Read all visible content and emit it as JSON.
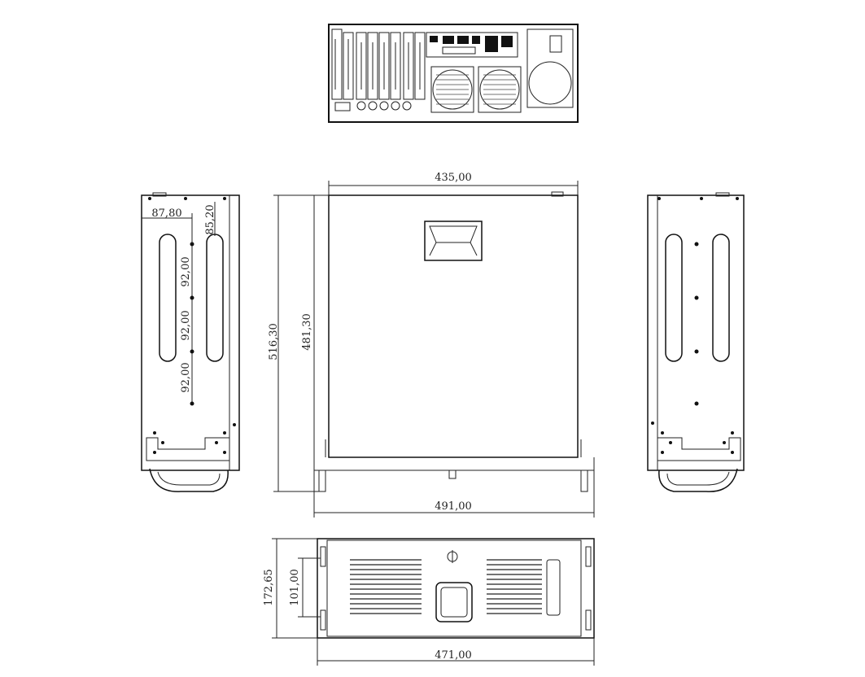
{
  "dimensions": {
    "top_width": "435,00",
    "side_offset_1": "87,80",
    "side_offset_2": "85,20",
    "hole_pitch_1": "92,00",
    "hole_pitch_2": "92,00",
    "hole_pitch_3": "92,00",
    "overall_depth": "516,30",
    "body_depth": "481,30",
    "overall_width_top": "491,00",
    "front_height": "172,65",
    "front_inner_height": "101,00",
    "front_width": "471,00"
  },
  "colors": {
    "line": "#111111",
    "background": "#ffffff"
  }
}
